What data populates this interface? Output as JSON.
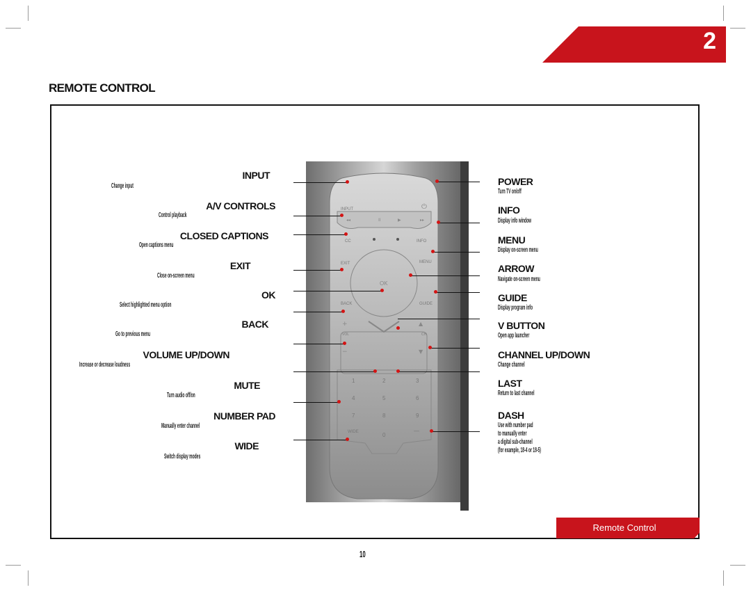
{
  "chapter": {
    "number": "2"
  },
  "section_title": "REMOTE CONTROL",
  "footer": {
    "tab_label": "Remote Control",
    "page_number": "10"
  },
  "colors": {
    "accent": "#c8141c",
    "frame": "#111111",
    "remote_body": "#8a8a8a"
  },
  "left_callouts": [
    {
      "label": "INPUT",
      "desc": "Change input"
    },
    {
      "label": "A/V CONTROLS",
      "desc": "Control playback"
    },
    {
      "label": "CLOSED CAPTIONS",
      "desc": "Open captions menu"
    },
    {
      "label": "EXIT",
      "desc": "Close on-screen menu"
    },
    {
      "label": "OK",
      "desc": "Select highlighted menu option"
    },
    {
      "label": "BACK",
      "desc": "Go to previous menu"
    },
    {
      "label": "VOLUME UP/DOWN",
      "desc": "Increase or decrease loudness"
    },
    {
      "label": "MUTE",
      "desc": "Turn audio off/on"
    },
    {
      "label": "NUMBER PAD",
      "desc": "Manually enter channel"
    },
    {
      "label": "WIDE",
      "desc": "Switch display modes"
    }
  ],
  "right_callouts": [
    {
      "label": "POWER",
      "desc": "Turn TV on/off"
    },
    {
      "label": "INFO",
      "desc": "Display info window"
    },
    {
      "label": "MENU",
      "desc": "Display on-screen menu"
    },
    {
      "label": "ARROW",
      "desc": "Navigate on-screen menu"
    },
    {
      "label": "GUIDE",
      "desc": "Display program info"
    },
    {
      "label": "V BUTTON",
      "desc": "Open app launcher"
    },
    {
      "label": "CHANNEL UP/DOWN",
      "desc": "Change channel"
    },
    {
      "label": "LAST",
      "desc": "Return to last channel"
    },
    {
      "label": "DASH",
      "desc": "Use with number pad",
      "desc2": "to manually enter",
      "desc3": "a digital sub-channel",
      "desc4": "(for example, 18-4 or 18-5)"
    }
  ],
  "remote_buttons": {
    "input": "INPUT",
    "info": "INFO",
    "cc": "CC",
    "exit": "EXIT",
    "menu": "MENU",
    "ok": "OK",
    "back": "BACK",
    "guide": "GUIDE",
    "vol": "VOL",
    "ch": "CH",
    "wide": "WIDE",
    "dash": "—",
    "numbers": [
      "1",
      "2",
      "3",
      "4",
      "5",
      "6",
      "7",
      "8",
      "9",
      "0"
    ]
  }
}
